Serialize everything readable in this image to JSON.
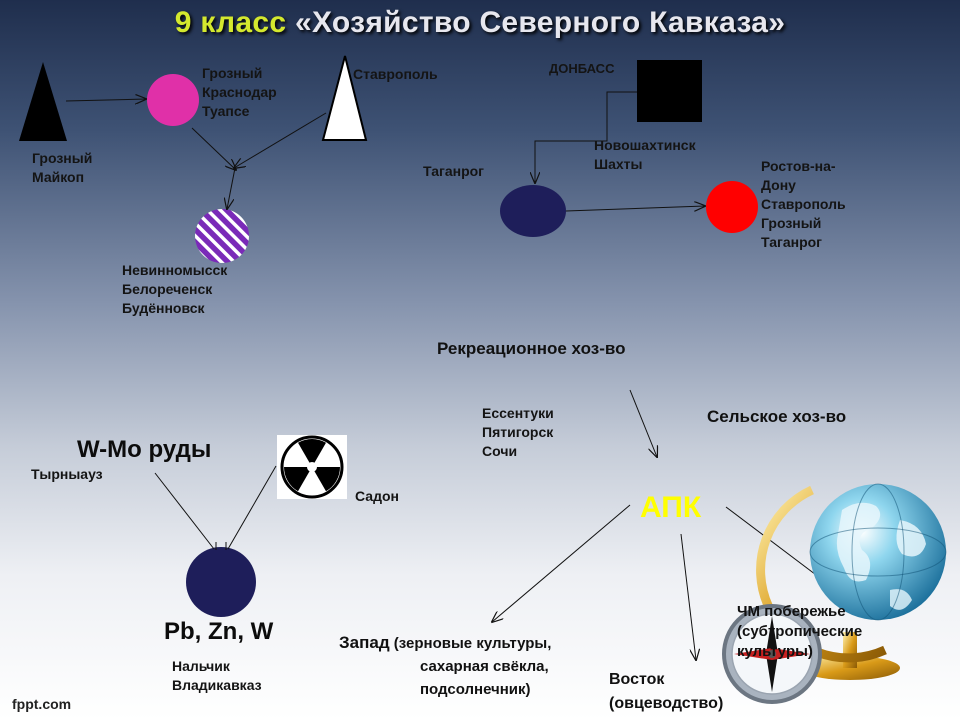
{
  "title": {
    "prefix": "9 класс",
    "main": "«Хозяйство Северного Кавказа»"
  },
  "fuel": {
    "triangle1_label": "Грозный\nМайкоп",
    "pink_label": "Грозный\nКраснодар\nТуапсе",
    "triangle2_label": "Ставрополь",
    "hatched_label": "Невинномысск\nБелореченск\nБудённовск"
  },
  "coal": {
    "donbass": "ДОНБАСС",
    "shakhty": "Новошахтинск\nШахты",
    "taganrog": "Таганрог",
    "red_label": "Ростов-на-\nДону\nСтаврополь\nГрозный\nТаганрог"
  },
  "recreation": {
    "title": "Рекреационное хоз-во",
    "resorts": "Ессентуки\nПятигорск\nСочи"
  },
  "agriculture": {
    "title": "Сельское хоз-во",
    "apk": "АПК",
    "west_head": "Запад",
    "west_body1": " (зерновые культуры,",
    "west_body2": "сахарная свёкла,\nподсолнечник)",
    "east": "Восток\n(овцеводство)",
    "coast": "ЧМ побережье\n(субтропические\nкультуры)"
  },
  "metals": {
    "ore": "W-Mo руды",
    "tyrnyauz": "Тырныауз",
    "sadon": "Садон",
    "metals": "Pb, Zn, W",
    "cities": "Нальчик\nВладикавказ"
  },
  "footer": "fppt.com",
  "colors": {
    "pink": "#e030a8",
    "hatch": "#7a2ab8",
    "navy": "#1e1e5a",
    "red": "#ff0000",
    "black": "#000000",
    "apk": "#ffff00"
  }
}
